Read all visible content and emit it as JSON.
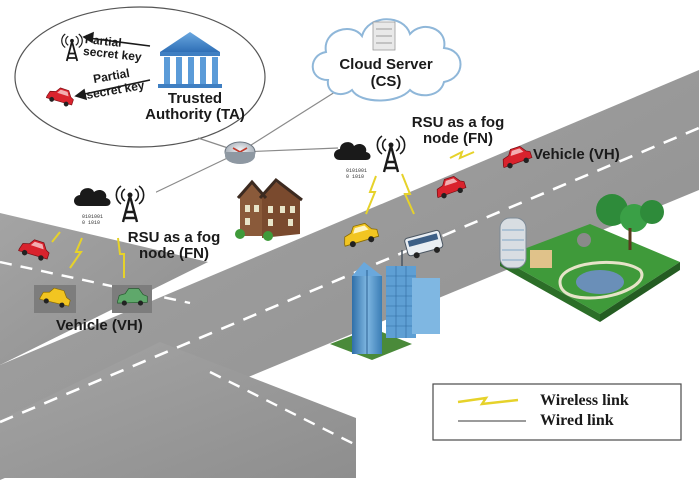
{
  "ta": {
    "title_line1": "Trusted",
    "title_line2": "Authority (TA)",
    "arrow_label_1_line1": "Partial",
    "arrow_label_1_line2": "secret key",
    "arrow_label_2_line1": "Partial",
    "arrow_label_2_line2": "secret key"
  },
  "cloud": {
    "line1": "Cloud Server",
    "line2": "(CS)"
  },
  "rsu_right": {
    "line1": "RSU as a fog",
    "line2": "node (FN)"
  },
  "rsu_left": {
    "line1": "RSU as a fog",
    "line2": "node (FN)"
  },
  "vehicle_right": "Vehicle (VH)",
  "vehicle_left": "Vehicle (VH)",
  "legend": {
    "wireless": "Wireless link",
    "wired": "Wired link"
  },
  "colors": {
    "road": "#9a9a9a",
    "lane_marking": "#ffffff",
    "grass": "#3f9a3a",
    "building_blue": "#4a8fc7",
    "wireless_bolt": "#e6d22a",
    "car_red": "#d9232d",
    "car_yellow": "#f2c521",
    "car_green": "#5fa86b"
  }
}
